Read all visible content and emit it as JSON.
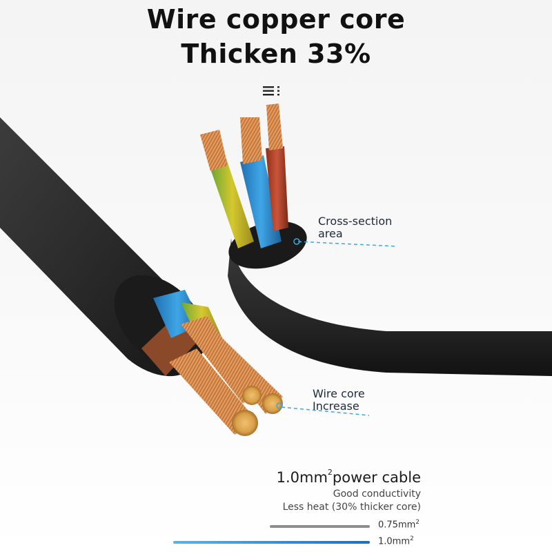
{
  "headline": {
    "line1": "Wire copper core",
    "line2": "Thicken 33%"
  },
  "callouts": {
    "cross_section": {
      "line1": "Cross-section",
      "line2": "area"
    },
    "wire_core": {
      "line1": "Wire core",
      "line2": "Increase"
    }
  },
  "spec": {
    "title_prefix": "1.0mm",
    "title_sup": "2",
    "title_suffix": "power cable",
    "features": [
      "Good conductivity",
      "Less heat (30% thicker core)"
    ]
  },
  "comparison": [
    {
      "label": "0.75mm",
      "sup": "2",
      "value": 0.75,
      "color": "#8d8d8d"
    },
    {
      "label": "1.0mm",
      "sup": "2",
      "value": 1.0,
      "color": "#2a86c8"
    }
  ],
  "colors": {
    "cable_jacket": "#2b2b2b",
    "copper": "#c97a3e",
    "wire_blue": "#2c8fd0",
    "wire_brown": "#8a4a2a",
    "wire_red": "#b8452a",
    "wire_yellow_green": "#c9c232",
    "accent": "#3aa8e0"
  },
  "icons": [
    "menu-icon"
  ]
}
